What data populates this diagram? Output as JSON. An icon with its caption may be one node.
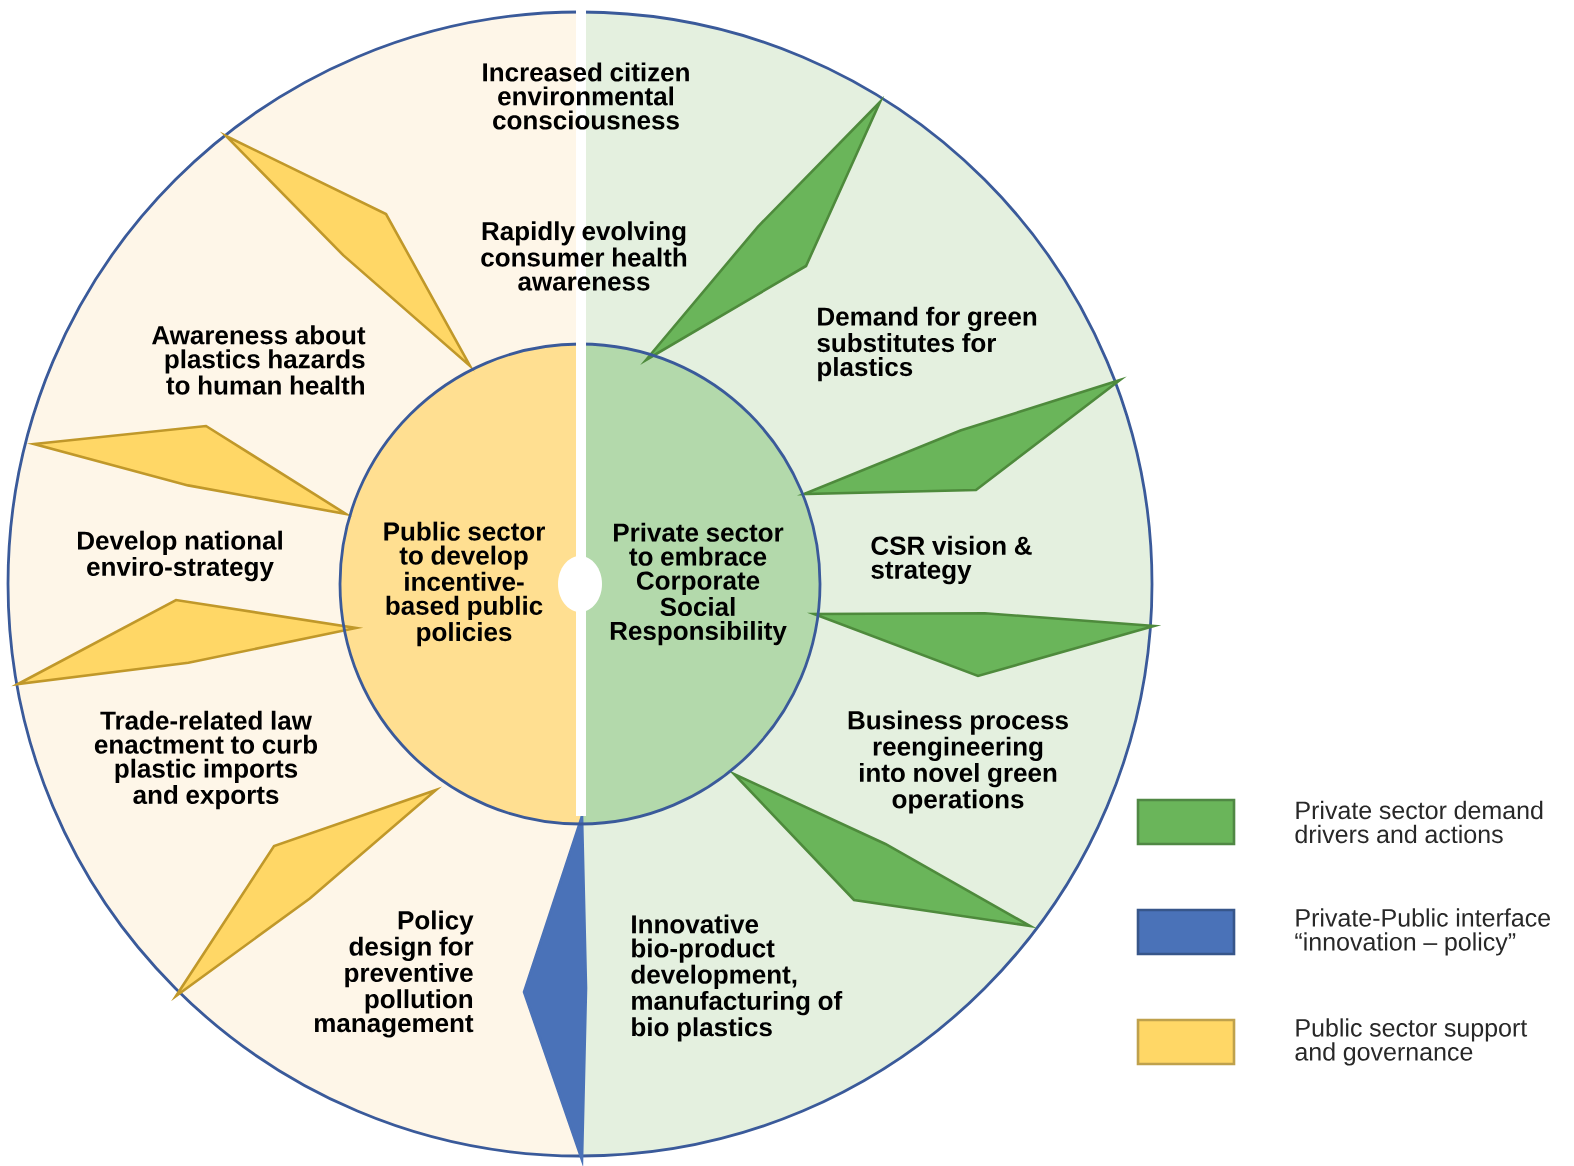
{
  "diagram": {
    "nodes": [
      {
        "text": [
          "Public sector to develop incentive-based public policies"
        ]
      },
      {
        "text": [
          "Private sector to embrace Corporate Social Responsibility"
        ]
      },
      {
        "text": [],
        "shape": "wedge"
      },
      {
        "text": [],
        "shape": "wedge"
      },
      {
        "text": [],
        "shape": "wedge"
      },
      {
        "text": [],
        "shape": "wedge"
      },
      {
        "text": [],
        "shape": "wedge"
      },
      {
        "text": [],
        "shape": "wedge"
      },
      {
        "text": [],
        "shape": "wedge"
      },
      {
        "text": [],
        "shape": "wedge"
      },
      {
        "text": [],
        "shape": "wedge"
      }
    ],
    "labels": [
      "Increased citizen environmental consciousness",
      "Rapidly evolving consumer health awareness",
      "Demand for green substitutes for plastics",
      "Awareness about plastics hazards to human health",
      "CSR vision & strategy",
      "Develop national enviro-strategy",
      "Trade-related law enactment to curb plastic imports and exports",
      "Business process reengineering into novel green operations",
      "Policy design for preventive pollution management",
      "Innovative bio-product development, manufacturing of bio plastics"
    ],
    "legend": [
      {
        "text": "Private sector demand drivers and actions",
        "color": "#6ab55a"
      },
      {
        "text": "Private-Public interface “innovation – policy”",
        "color": "#4a72b8"
      },
      {
        "text": "Public sector support and governance",
        "color": "#ffd766"
      }
    ]
  }
}
